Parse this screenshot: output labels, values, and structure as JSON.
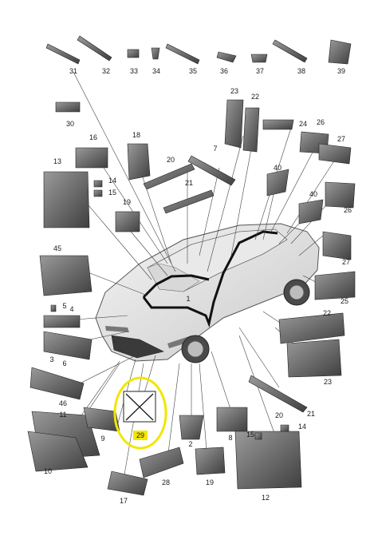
{
  "diagram": {
    "callouts": [
      {
        "id": "31",
        "label": "31"
      },
      {
        "id": "32",
        "label": "32"
      },
      {
        "id": "33",
        "label": "33"
      },
      {
        "id": "34",
        "label": "34"
      },
      {
        "id": "35",
        "label": "35"
      },
      {
        "id": "36",
        "label": "36"
      },
      {
        "id": "37",
        "label": "37"
      },
      {
        "id": "38",
        "label": "38"
      },
      {
        "id": "39",
        "label": "39"
      },
      {
        "id": "30",
        "label": "30"
      },
      {
        "id": "23a",
        "label": "23"
      },
      {
        "id": "22a",
        "label": "22"
      },
      {
        "id": "24",
        "label": "24"
      },
      {
        "id": "26a",
        "label": "26"
      },
      {
        "id": "27a",
        "label": "27"
      },
      {
        "id": "16",
        "label": "16"
      },
      {
        "id": "18",
        "label": "18"
      },
      {
        "id": "7",
        "label": "7"
      },
      {
        "id": "13",
        "label": "13"
      },
      {
        "id": "14a",
        "label": "14"
      },
      {
        "id": "15a",
        "label": "15"
      },
      {
        "id": "20a",
        "label": "20"
      },
      {
        "id": "21a",
        "label": "21"
      },
      {
        "id": "40a",
        "label": "40"
      },
      {
        "id": "40b",
        "label": "40"
      },
      {
        "id": "26b",
        "label": "26"
      },
      {
        "id": "19",
        "label": "19"
      },
      {
        "id": "27b",
        "label": "27"
      },
      {
        "id": "45",
        "label": "45"
      },
      {
        "id": "1",
        "label": "1"
      },
      {
        "id": "25",
        "label": "25"
      },
      {
        "id": "5",
        "label": "5"
      },
      {
        "id": "4",
        "label": "4"
      },
      {
        "id": "22b",
        "label": "22"
      },
      {
        "id": "3",
        "label": "3"
      },
      {
        "id": "6",
        "label": "6"
      },
      {
        "id": "23b",
        "label": "23"
      },
      {
        "id": "46",
        "label": "46"
      },
      {
        "id": "11",
        "label": "11"
      },
      {
        "id": "29",
        "label": "29",
        "highlight": true
      },
      {
        "id": "20b",
        "label": "20"
      },
      {
        "id": "21b",
        "label": "21"
      },
      {
        "id": "9",
        "label": "9"
      },
      {
        "id": "2",
        "label": "2"
      },
      {
        "id": "8",
        "label": "8"
      },
      {
        "id": "15b",
        "label": "15"
      },
      {
        "id": "14b",
        "label": "14"
      },
      {
        "id": "10",
        "label": "10"
      },
      {
        "id": "28",
        "label": "28"
      },
      {
        "id": "19b",
        "label": "19"
      },
      {
        "id": "12",
        "label": "12"
      },
      {
        "id": "17",
        "label": "17"
      }
    ],
    "highlight_color": "#f2e600",
    "line_color": "#333333"
  }
}
